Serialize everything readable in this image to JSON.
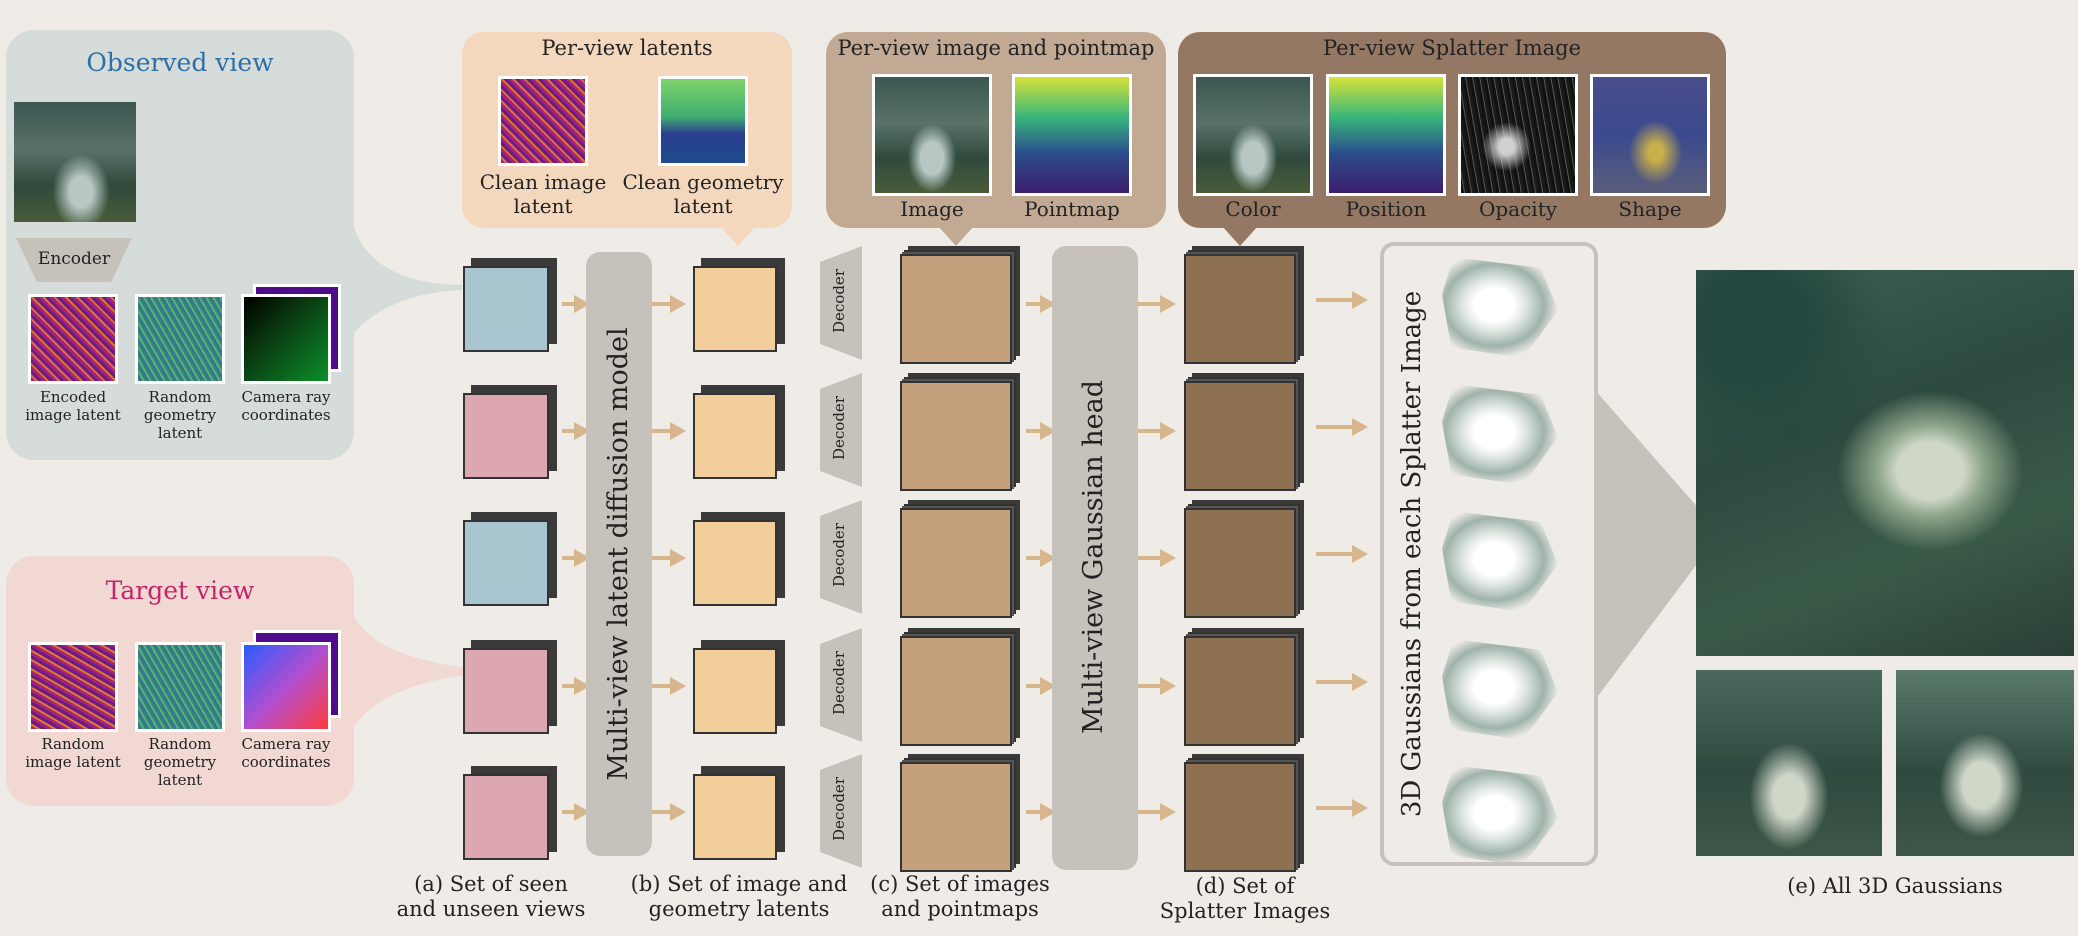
{
  "observed_view": {
    "title": "Observed view",
    "encoder": "Encoder",
    "labels": [
      "Encoded\nimage latent",
      "Random\ngeometry\nlatent",
      "Camera ray\ncoordinates"
    ]
  },
  "target_view": {
    "title": "Target view",
    "labels": [
      "Random\nimage latent",
      "Random\ngeometry\nlatent",
      "Camera ray\ncoordinates"
    ]
  },
  "per_view_latents": {
    "title": "Per-view latents",
    "labels": [
      "Clean image\nlatent",
      "Clean geometry\nlatent"
    ]
  },
  "per_view_image_pointmap": {
    "title": "Per-view image and pointmap",
    "labels": [
      "Image",
      "Pointmap"
    ]
  },
  "per_view_splatter": {
    "title": "Per-view Splatter Image",
    "labels": [
      "Color",
      "Position",
      "Opacity",
      "Shape"
    ]
  },
  "diffusion_model": "Multi-view latent diffusion model",
  "gaussian_head": "Multi-view Gaussian head",
  "decoder": "Decoder",
  "gaussians_column": "3D Gaussians from each Splatter Image",
  "captions": {
    "a": "(a) Set of seen\nand unseen views",
    "b": "(b) Set of image and\ngeometry latents",
    "c": "(c) Set of images\nand pointmaps",
    "d": "(d) Set of\nSplatter Images",
    "e": "(e) All 3D Gaussians"
  },
  "colors": {
    "observed_panel": "#d6dcd9",
    "target_panel": "#f1d8d2",
    "observed_title": "#2e6fa8",
    "target_title": "#c3246a",
    "seen_cube": "#a9c5d0",
    "unseen_cube": "#dca7b0",
    "latent_cube": "#f2cf9a",
    "image_cube": "#c5a07d",
    "splatter_cube": "#8e7150",
    "arrow": "#d7b68d"
  }
}
